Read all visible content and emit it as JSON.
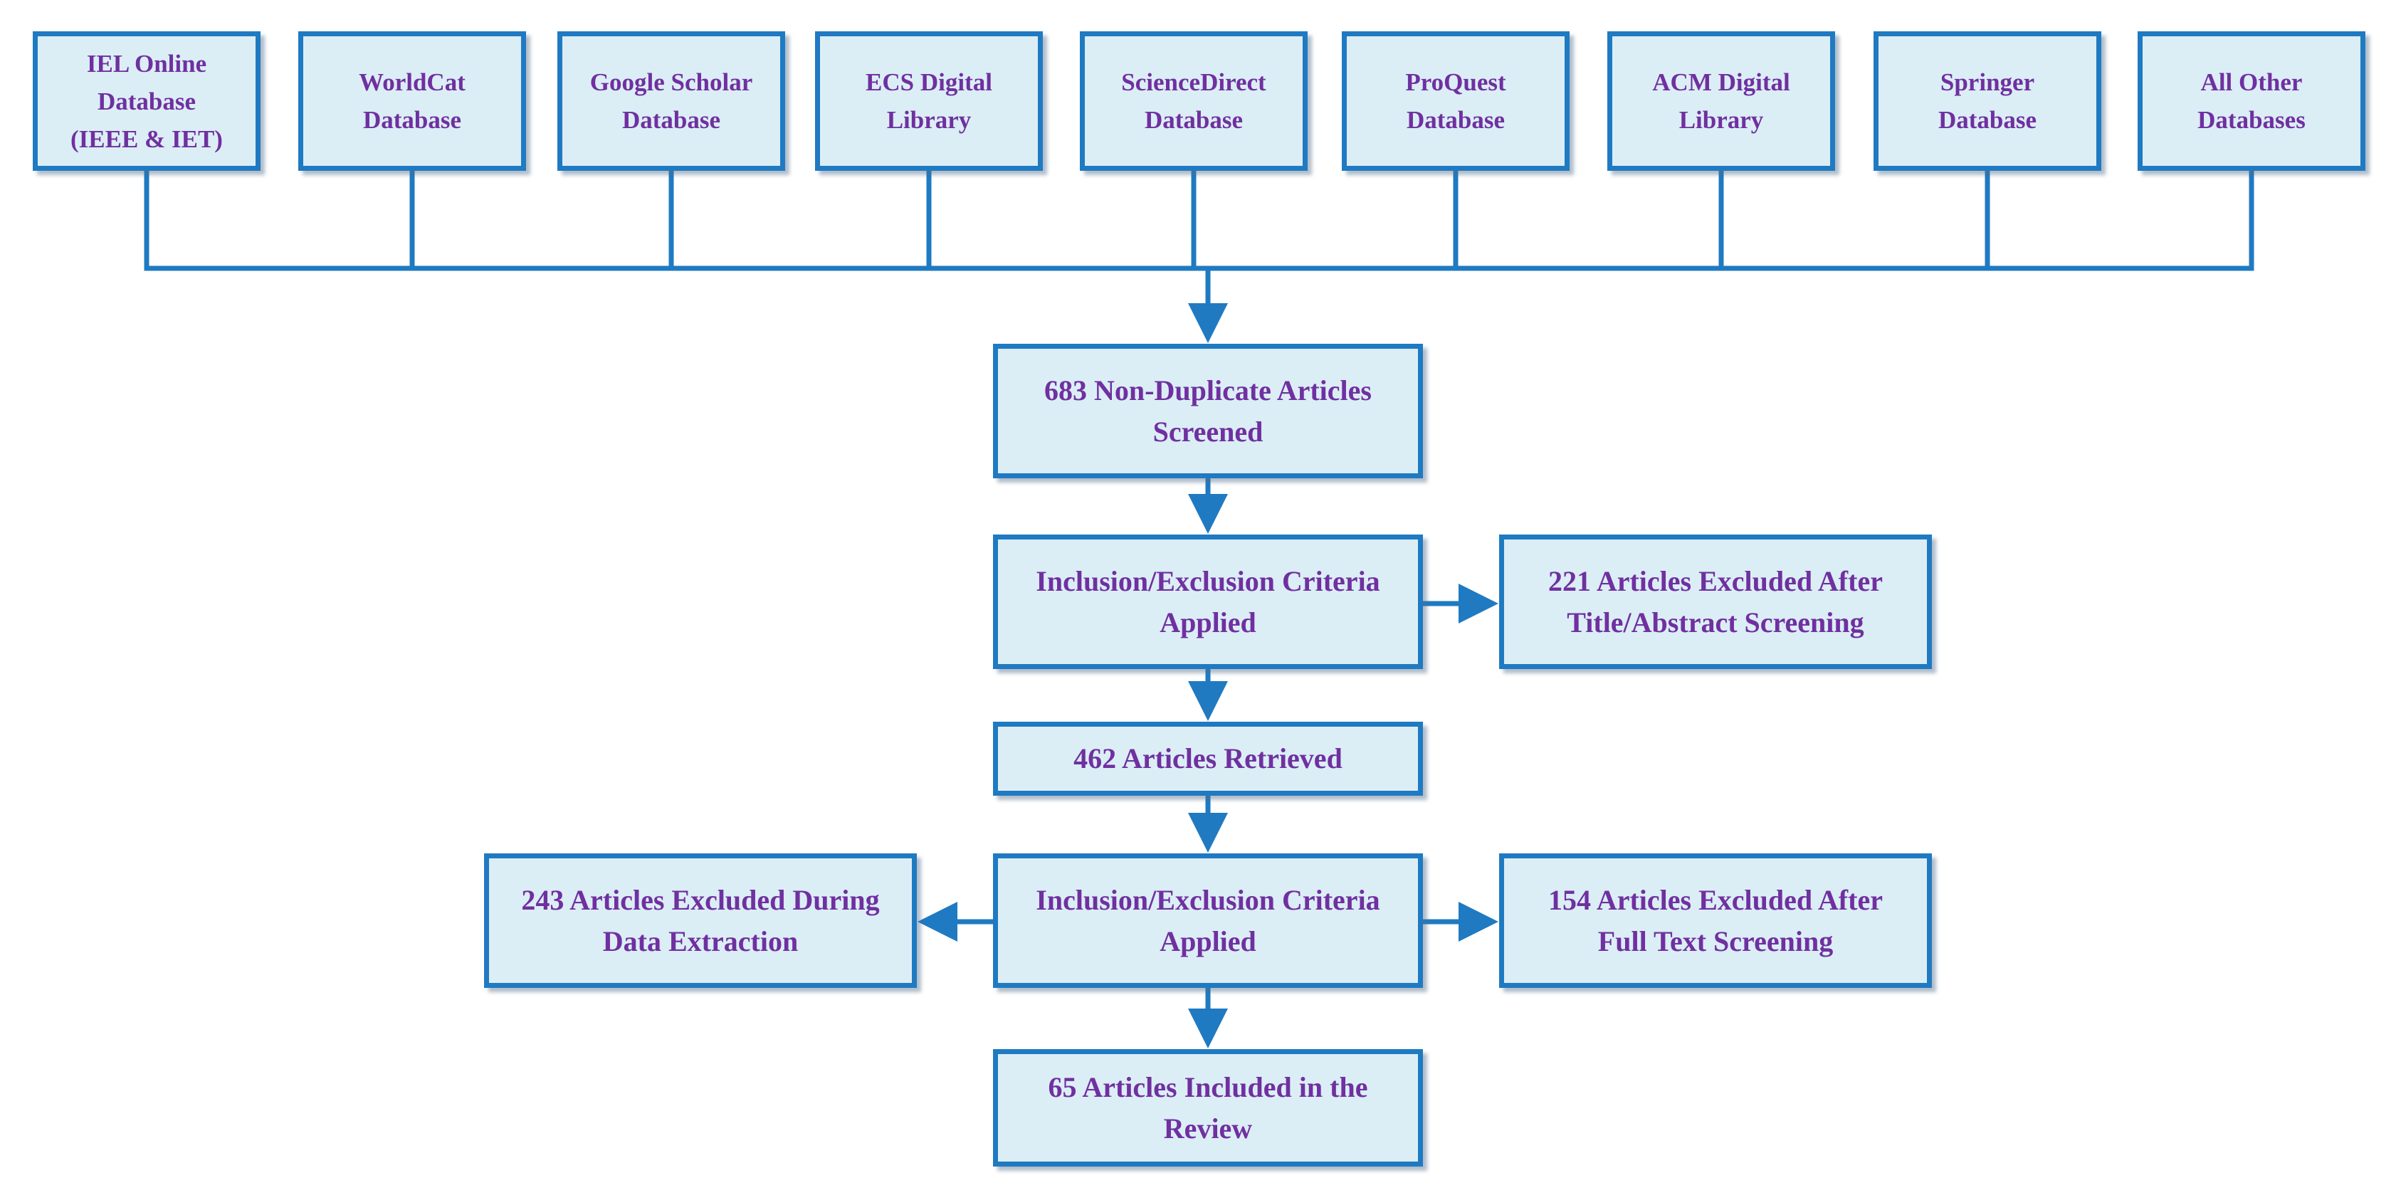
{
  "colors": {
    "box_fill": "#dbeef6",
    "box_border": "#1f7ac2",
    "connector": "#1f7ac2",
    "text": "#7030a0"
  },
  "databases": [
    "IEL Online\nDatabase\n(IEEE & IET)",
    "WorldCat\nDatabase",
    "Google Scholar\nDatabase",
    "ECS Digital\nLibrary",
    "ScienceDirect\nDatabase",
    "ProQuest\nDatabase",
    "ACM Digital\nLibrary",
    "Springer\nDatabase",
    "All Other\nDatabases"
  ],
  "flow": {
    "screened": "683 Non-Duplicate Articles\nScreened",
    "criteria_1": "Inclusion/Exclusion Criteria\nApplied",
    "excluded_title_abstract": "221 Articles Excluded After\nTitle/Abstract Screening",
    "retrieved": "462 Articles Retrieved",
    "criteria_2": "Inclusion/Exclusion Criteria\nApplied",
    "excluded_data_extraction": "243 Articles Excluded During\nData Extraction",
    "excluded_full_text": "154 Articles Excluded After\nFull Text Screening",
    "included": "65 Articles Included in the\nReview"
  }
}
